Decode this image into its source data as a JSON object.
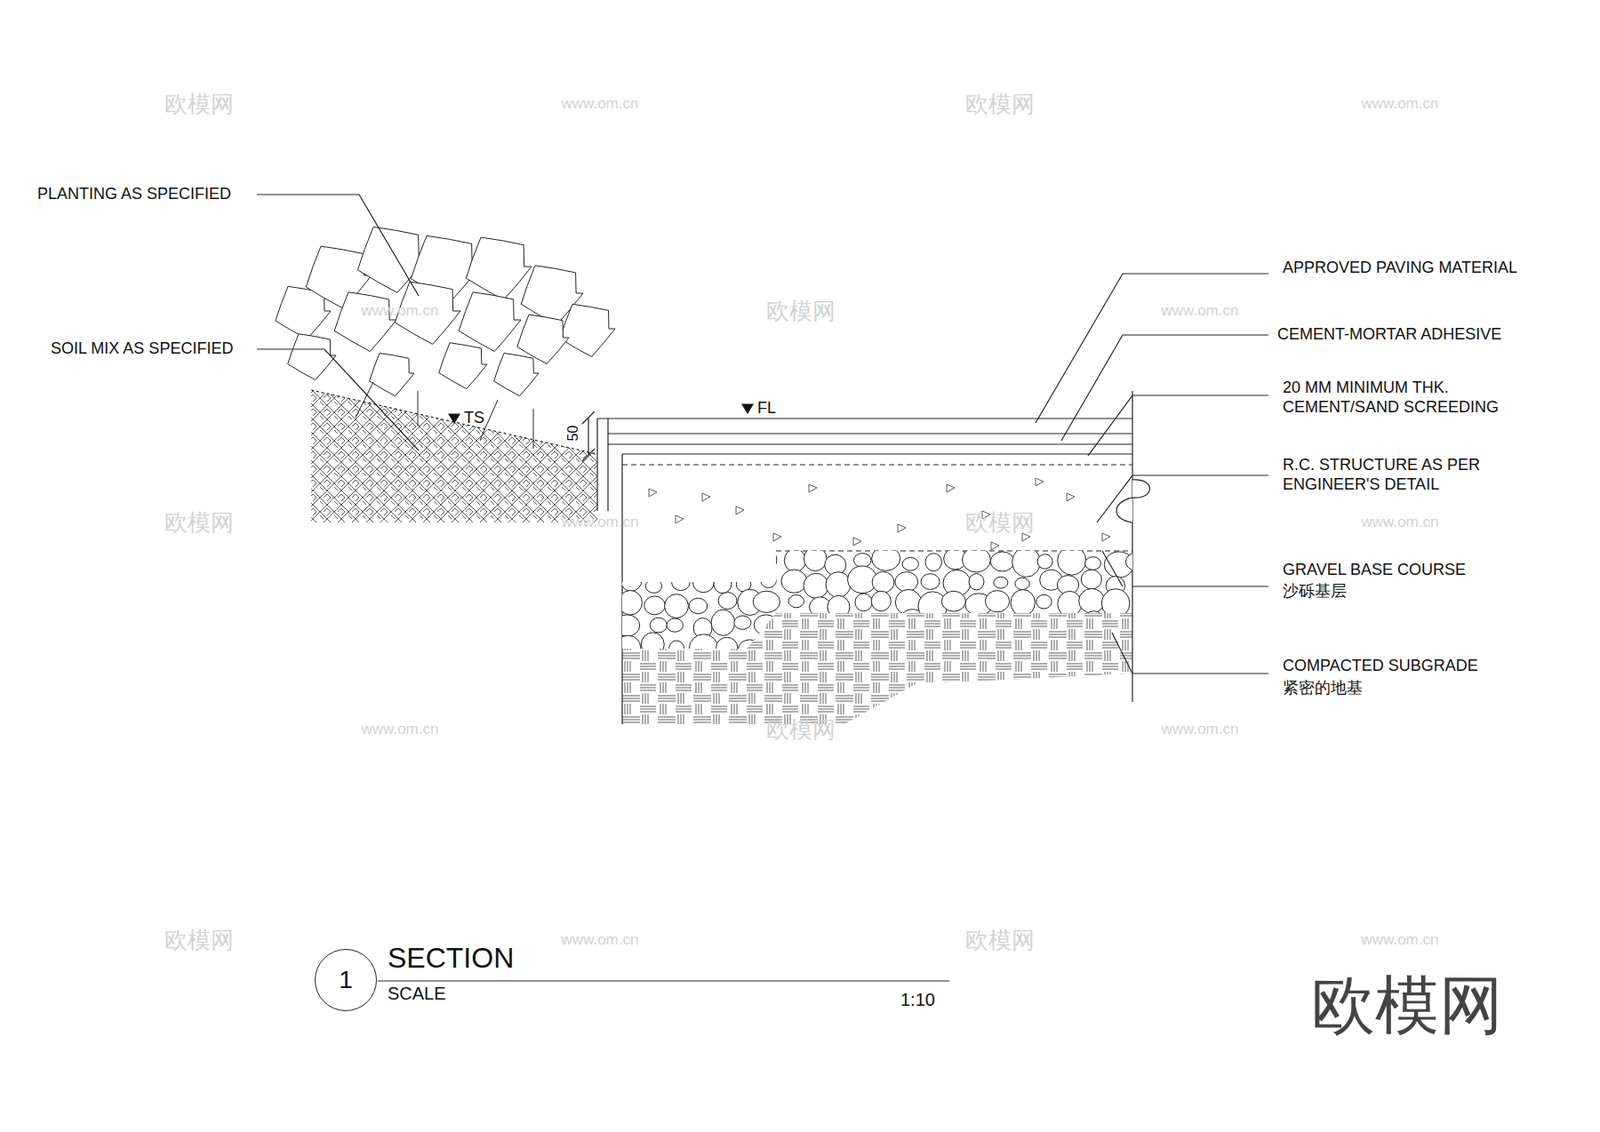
{
  "diagram": {
    "title": "SECTION",
    "nodes": [
      {
        "text": [
          "1"
        ]
      }
    ],
    "labels": [
      "PLANTING AS SPECIFIED",
      "SOIL MIX AS SPECIFIED",
      "APPROVED PAVING MATERIAL",
      "CEMENT-MORTAR ADHESIVE",
      "20 MM MINIMUM THK. CEMENT/SAND SCREEDING",
      "R.C. STRUCTURE AS PER ENGINEER'S DETAIL",
      "GRAVEL BASE COURSE",
      "沙砾基层",
      "COMPACTED SUBGRADE",
      "紧密的地基",
      "TS",
      "FL",
      "50",
      "SCALE",
      "1:10",
      "欧模网",
      "欧模网",
      "www.om.cn",
      "欧模网",
      "www.om.cn",
      "www.om.cn",
      "欧模网",
      "www.om.cn",
      "欧模网",
      "www.om.cn",
      "欧模网",
      "www.om.cn",
      "www.om.cn",
      "欧模网",
      "www.om.cn",
      "欧模网",
      "www.om.cn",
      "欧模网",
      "www.om.cn"
    ]
  }
}
